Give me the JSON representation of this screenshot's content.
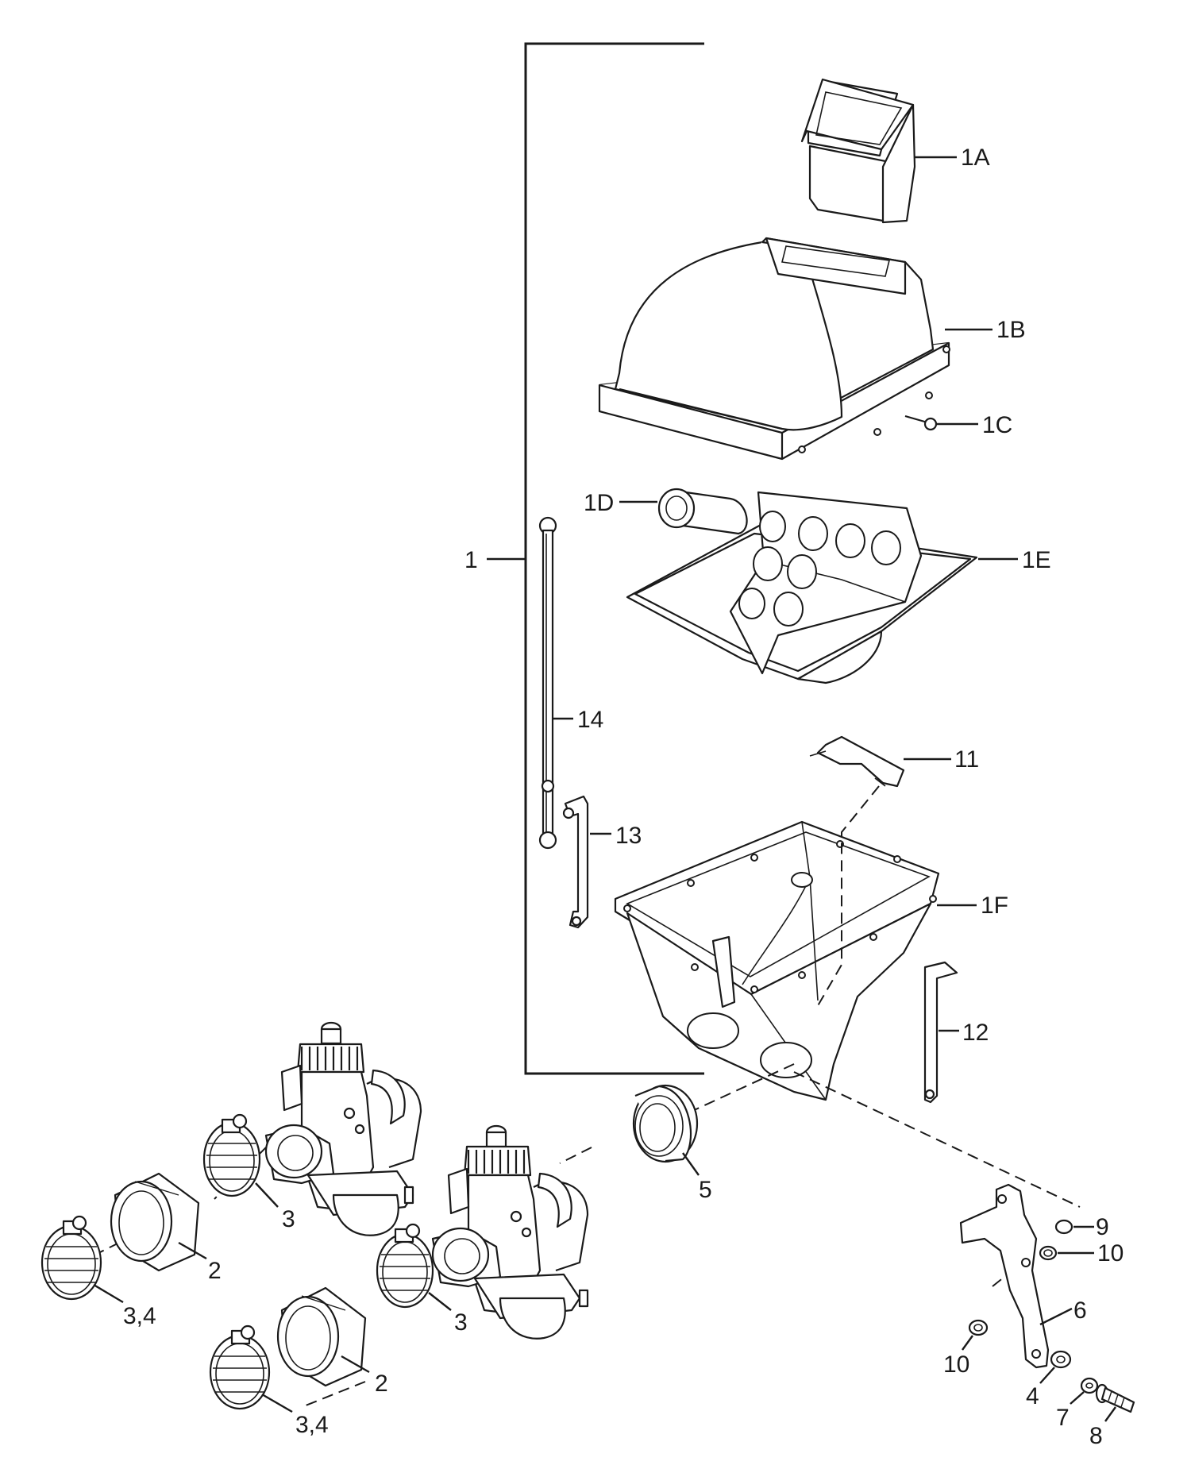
{
  "labels": {
    "p1": "1",
    "p1A": "1A",
    "p1B": "1B",
    "p1C": "1C",
    "p1D": "1D",
    "p1E": "1E",
    "p1F": "1F",
    "p2a": "2",
    "p2b": "2",
    "p3a": "3",
    "p3b": "3",
    "p34a": "3,4",
    "p34b": "3,4",
    "p4": "4",
    "p5": "5",
    "p6": "6",
    "p7": "7",
    "p8": "8",
    "p9": "9",
    "p10a": "10",
    "p10b": "10",
    "p11": "11",
    "p12": "12",
    "p13": "13",
    "p14": "14"
  }
}
